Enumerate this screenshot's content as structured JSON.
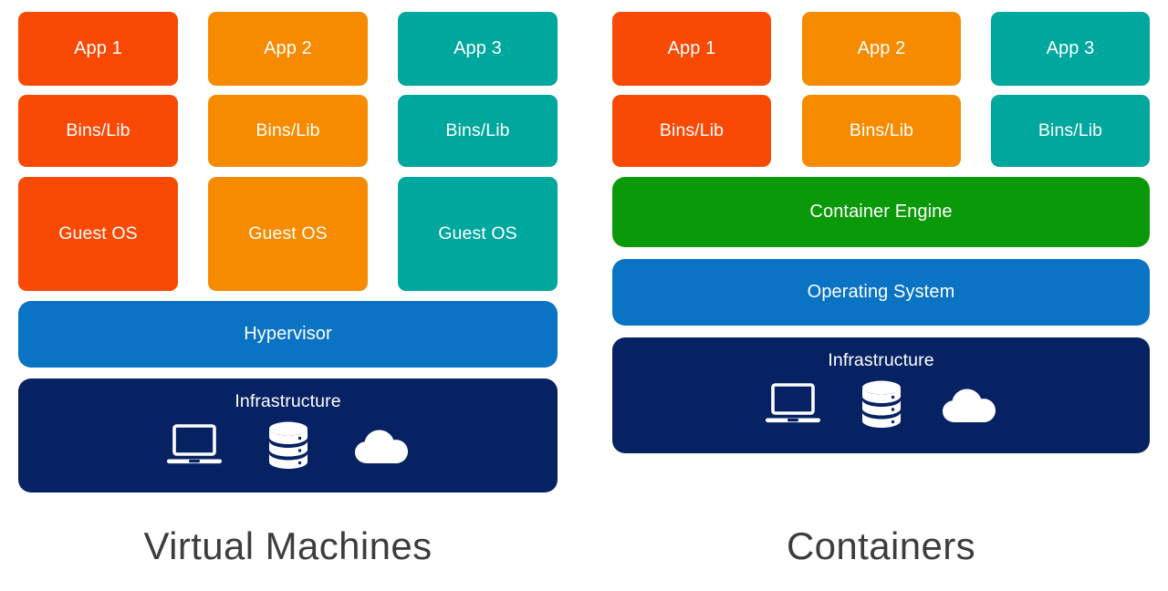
{
  "diagram": {
    "title_left": "Virtual Machines",
    "title_right": "Containers",
    "colors": {
      "red_orange": "#F84A05",
      "orange": "#F68B00",
      "teal": "#00A79D",
      "blue": "#0A73C4",
      "navy": "#072263",
      "green": "#0A9A09",
      "white": "#FFFFFF",
      "caption_gray": "#3D3D3D",
      "background": "#FFFFFF"
    },
    "icons": [
      "laptop-icon",
      "database-icon",
      "cloud-icon"
    ]
  },
  "vm": {
    "caption": "Virtual Machines",
    "columns": [
      {
        "app": "App 1",
        "bins": "Bins/Lib",
        "os": "Guest OS",
        "color": "#F84A05"
      },
      {
        "app": "App 2",
        "bins": "Bins/Lib",
        "os": "Guest OS",
        "color": "#F68B00"
      },
      {
        "app": "App 3",
        "bins": "Bins/Lib",
        "os": "Guest OS",
        "color": "#00A79D"
      }
    ],
    "hypervisor": "Hypervisor",
    "infrastructure": "Infrastructure"
  },
  "containers": {
    "caption": "Containers",
    "columns": [
      {
        "app": "App 1",
        "bins": "Bins/Lib",
        "color": "#F84A05"
      },
      {
        "app": "App 2",
        "bins": "Bins/Lib",
        "color": "#F68B00"
      },
      {
        "app": "App 3",
        "bins": "Bins/Lib",
        "color": "#00A79D"
      }
    ],
    "container_engine": "Container Engine",
    "operating_system": "Operating System",
    "infrastructure": "Infrastructure"
  }
}
